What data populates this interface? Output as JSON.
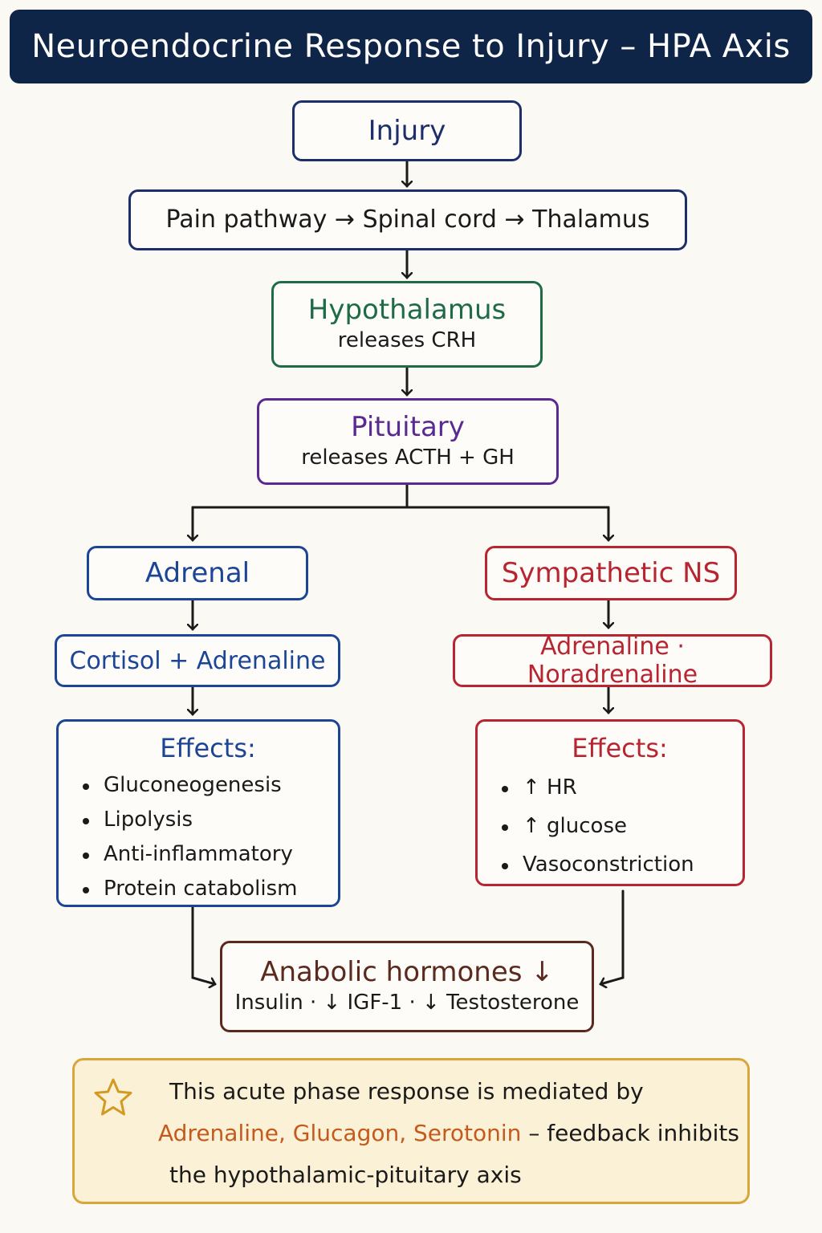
{
  "title": "Neuroendocrine Response to Injury – HPA Axis",
  "injury": {
    "title": "Injury"
  },
  "pathway": {
    "text": "Pain pathway → Spinal cord → Thalamus"
  },
  "hypothalamus": {
    "title": "Hypothalamus",
    "sub": "releases CRH"
  },
  "pituitary": {
    "title": "Pituitary",
    "sub": "releases ACTH + GH"
  },
  "adrenal": {
    "title": "Adrenal",
    "hormones": "Cortisol + Adrenaline",
    "effects_title": "Effects:",
    "effects": [
      "Gluconeogenesis",
      "Lipolysis",
      "Anti-inflammatory",
      "Protein catabolism"
    ]
  },
  "sympathetic": {
    "title": "Sympathetic NS",
    "hormones": "Adrenaline · Noradrenaline",
    "effects_title": "Effects:",
    "effects": [
      "↑ HR",
      "↑ glucose",
      "Vasoconstriction"
    ]
  },
  "anabolic": {
    "title": "Anabolic hormones ↓",
    "sub": "Insulin · ↓ IGF-1 · ↓ Testosterone"
  },
  "note": {
    "line1": "This acute phase response is mediated by",
    "line2_highlight": "Adrenaline, Glucagon, Serotonin",
    "line2_rest": " – feedback inhibits",
    "line3": "the hypothalamic-pituitary axis",
    "icon": "star-icon"
  },
  "colors": {
    "title_bg": "#0f2547",
    "navy": "#1d2f6b",
    "green": "#1f6b46",
    "purple": "#5a2a92",
    "blue": "#1d4596",
    "red": "#b82430",
    "brown": "#5a2a1e",
    "note_border": "#d8a63a",
    "note_bg": "#fbf1d6",
    "highlight": "#c45a1c"
  }
}
